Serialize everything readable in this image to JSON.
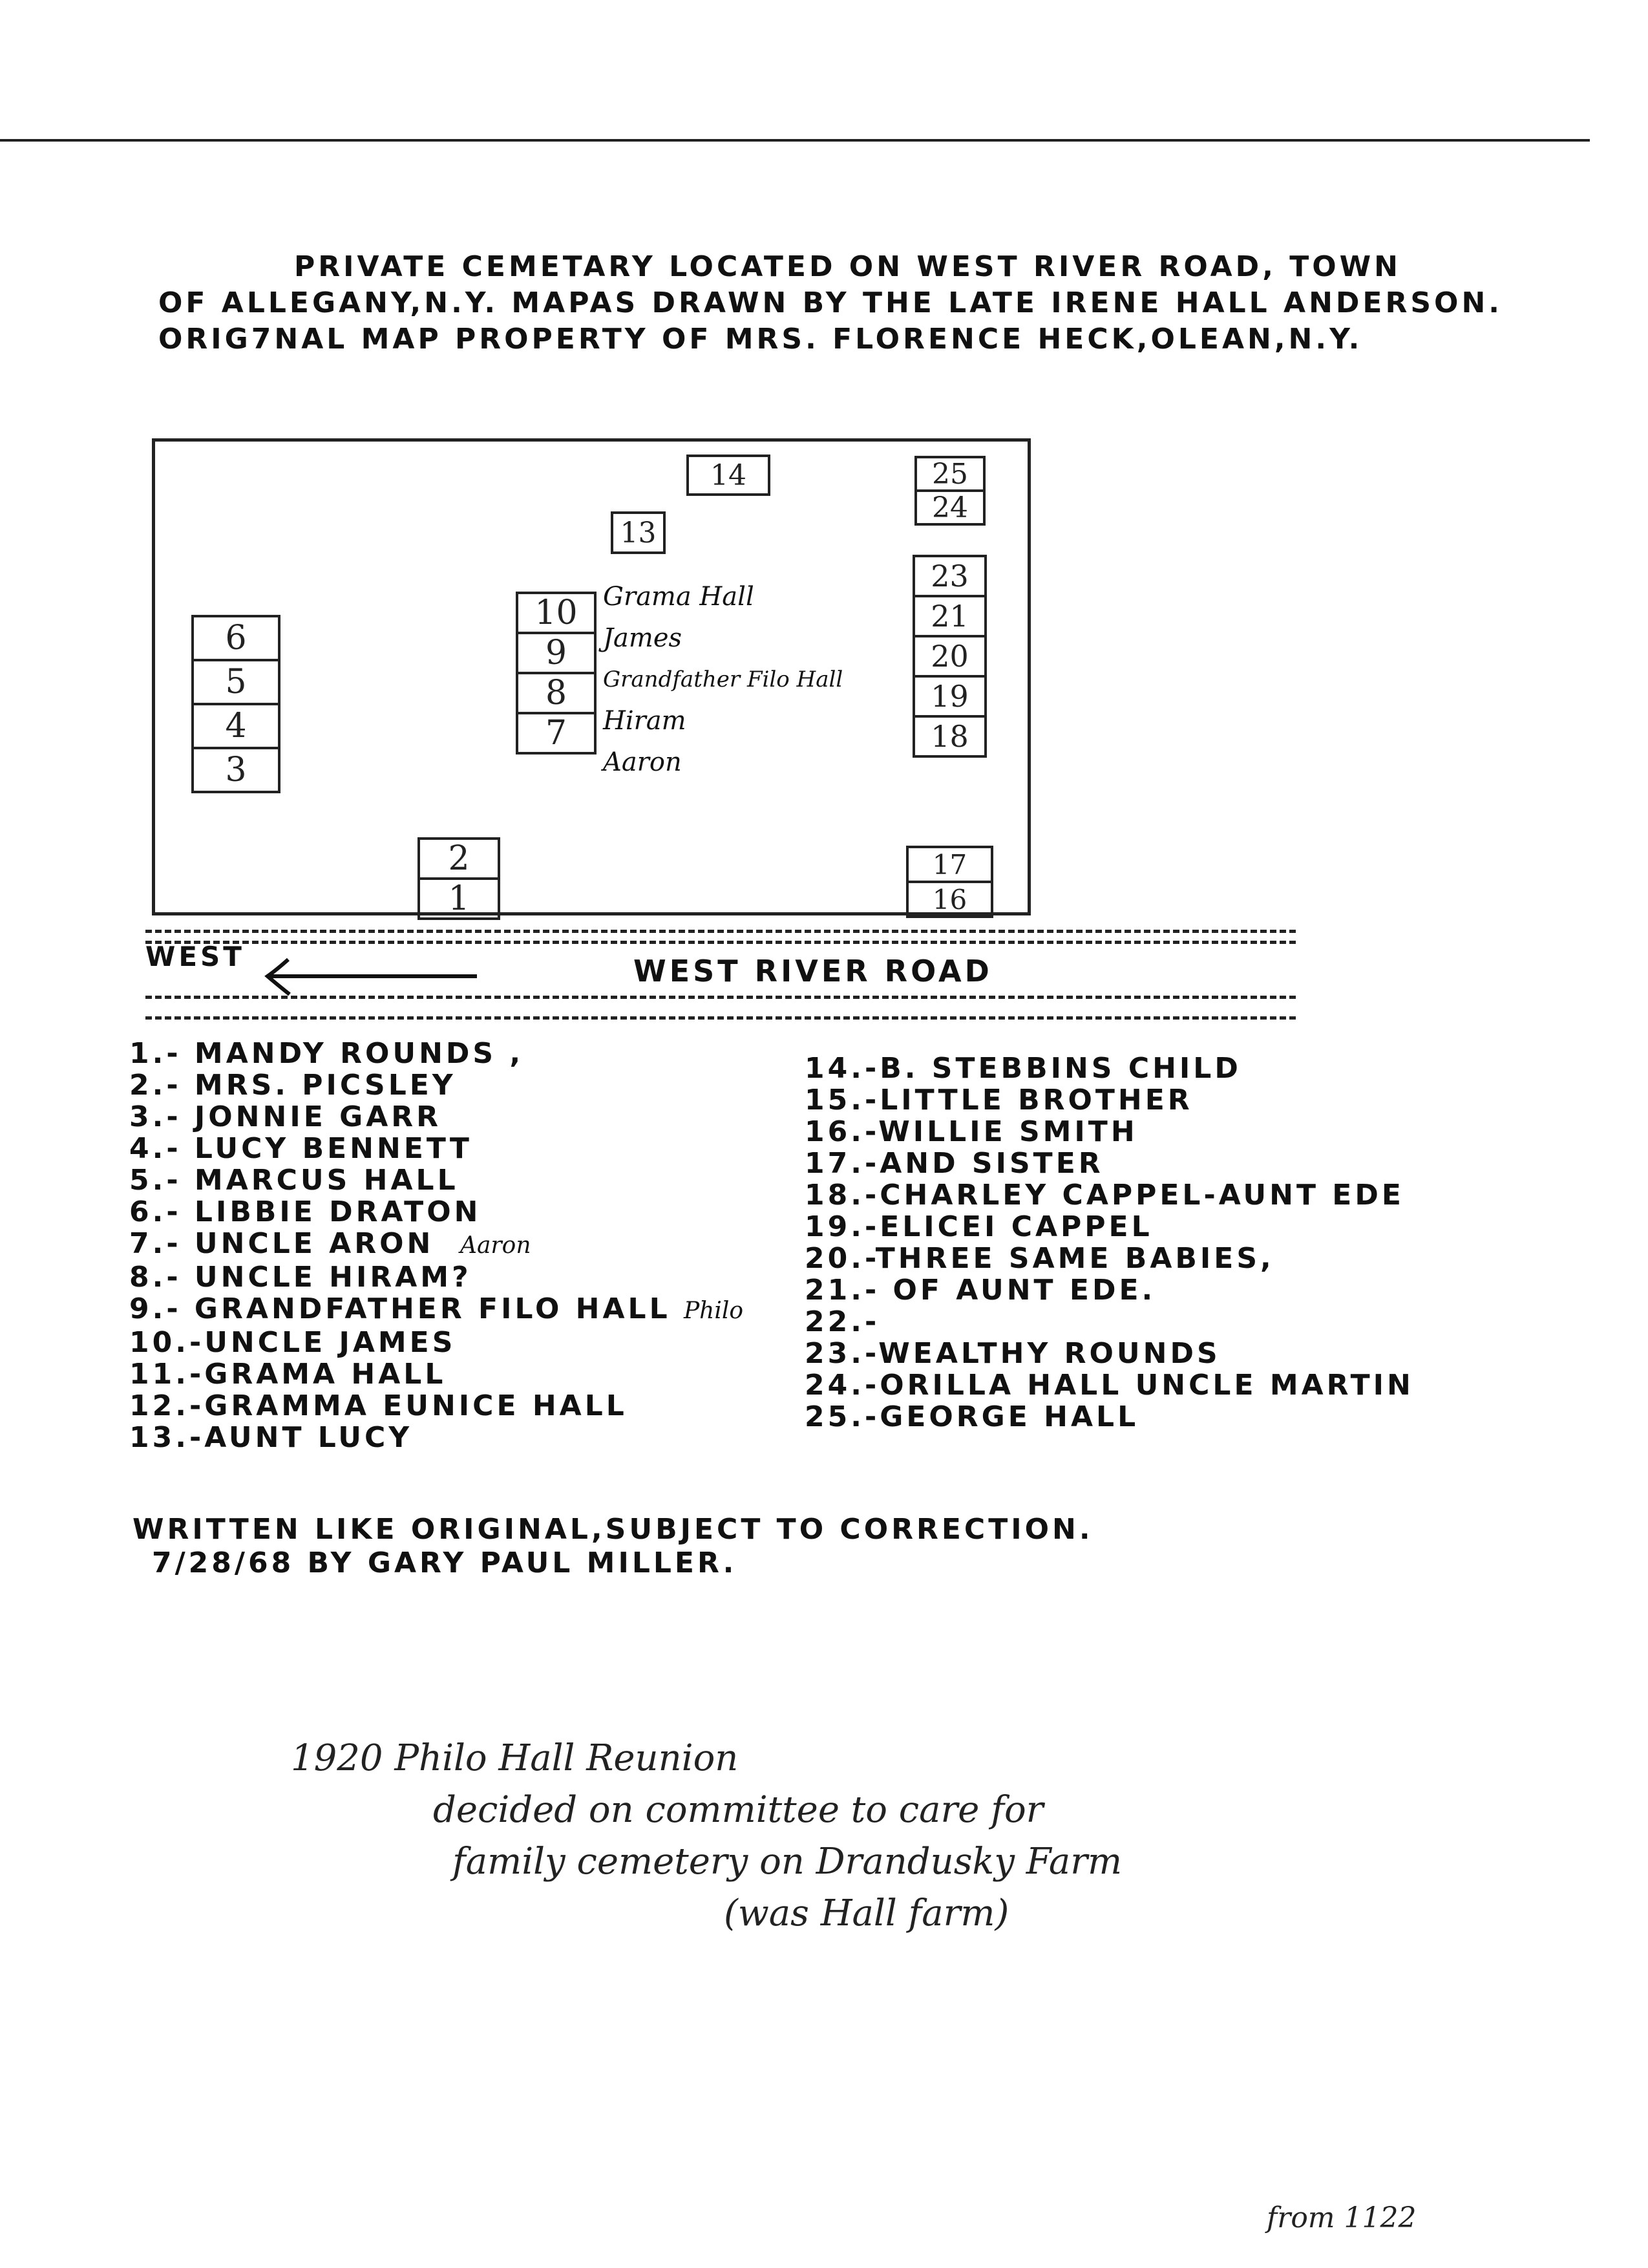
{
  "header": {
    "line1": "PRIVATE CEMETARY LOCATED ON WEST RIVER ROAD, TOWN",
    "line2": "OF ALLEGANY,N.Y.  MAPAS DRAWN BY THE LATE IRENE HALL ANDERSON.",
    "line3": "ORIG7NAL MAP PROPERTY OF MRS. FLORENCE HECK,OLEAN,N.Y."
  },
  "map": {
    "plots": {
      "left": [
        "6",
        "5",
        "4",
        "3"
      ],
      "center": [
        "10",
        "9",
        "8",
        "7"
      ],
      "small_top_left": [
        "13"
      ],
      "small_top_mid": [
        "14"
      ],
      "bottom_mid": [
        "2",
        "1"
      ],
      "right_top": [
        "25",
        "24"
      ],
      "right_mid": [
        "23",
        "21",
        "20",
        "19",
        "18"
      ],
      "right_bottom": [
        "17",
        "16"
      ]
    },
    "center_labels": [
      "Grama Hall",
      "James",
      "Grandfather Filo Hall",
      "Hiram",
      "Aaron"
    ]
  },
  "road": {
    "west_label": "WEST",
    "road_name": "WEST RIVER ROAD"
  },
  "legend": {
    "left": [
      "1.- MANDY ROUNDS ,",
      "2.- MRS. PICSLEY",
      "3.- JONNIE GARR",
      "4.- LUCY BENNETT",
      "5.- MARCUS HALL",
      "6.- LIBBIE DRATON",
      "7.- UNCLE ARON",
      "8.- UNCLE HIRAM?",
      "9.- GRANDFATHER FILO HALL",
      "10.-UNCLE JAMES",
      "11.-GRAMA HALL",
      "12.-GRAMMA EUNICE HALL",
      "13.-AUNT LUCY"
    ],
    "right": [
      "14.-B. STEBBINS CHILD",
      "15.-LITTLE BROTHER",
      "16.-WILLIE SMITH",
      "17.-AND SISTER",
      "18.-CHARLEY CAPPEL-AUNT EDE",
      "19.-ELICEI CAPPEL",
      "20.-THREE SAME BABIES,",
      "21.-  OF AUNT EDE.",
      "22.-",
      "23.-WEALTHY ROUNDS",
      "24.-ORILLA HALL  UNCLE MARTIN",
      "25.-GEORGE HALL"
    ],
    "notes": {
      "aaron": "Aaron",
      "philo": "Philo"
    }
  },
  "footer": {
    "line1": "WRITTEN LIKE ORIGINAL,SUBJECT TO CORRECTION.",
    "line2": "7/28/68 BY GARY PAUL MILLER."
  },
  "handwritten": {
    "line1": "1920 Philo Hall Reunion",
    "line2": "decided on committee to care for",
    "line3": "family cemetery on Drandusky Farm",
    "line4": "(was Hall farm)",
    "signature": "from 1122"
  }
}
